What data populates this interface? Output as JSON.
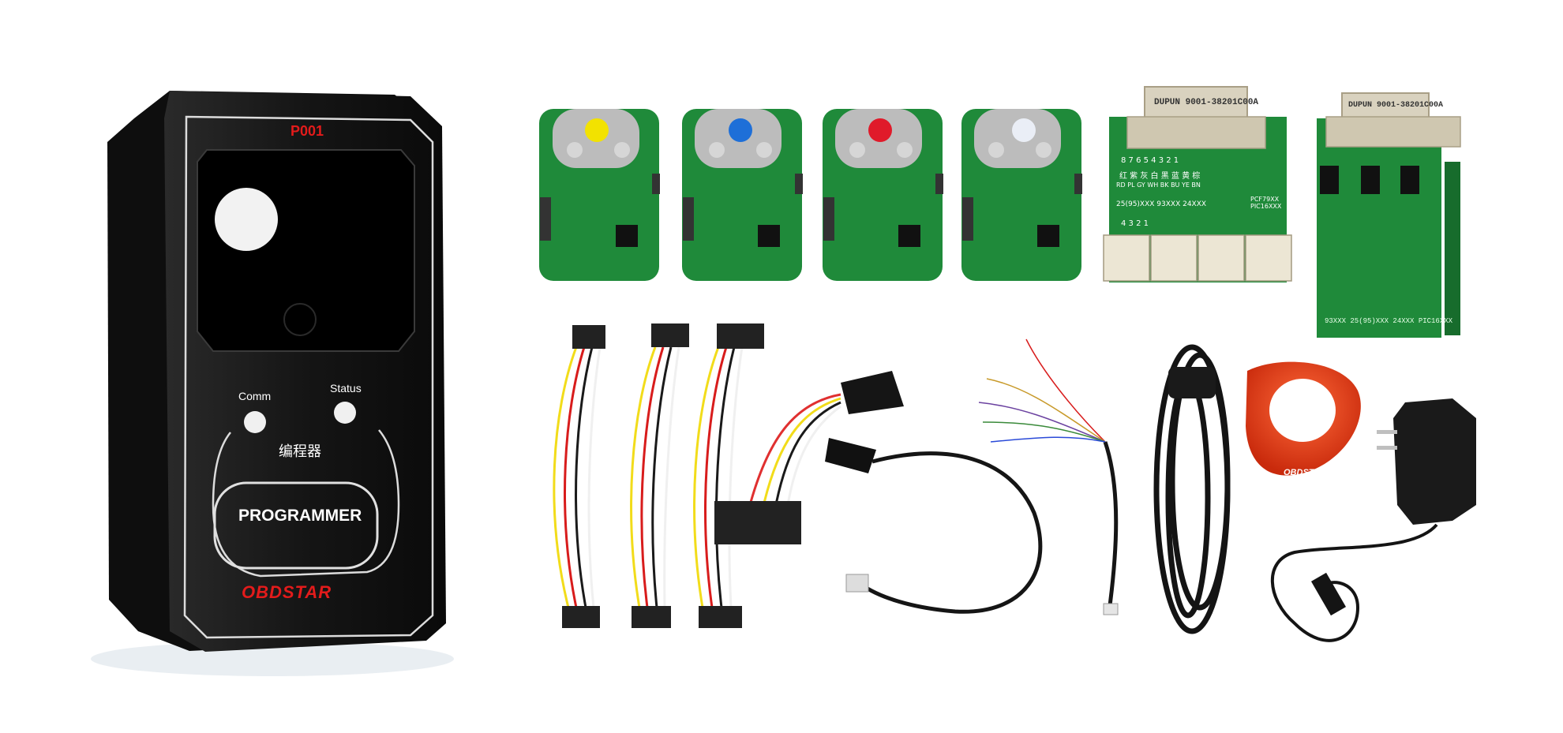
{
  "device": {
    "model": "P001",
    "comm_label": "Comm",
    "status_label": "Status",
    "cn_label": "编程器",
    "programmer_label": "PROGRAMMER",
    "brand": "OBDSTAR"
  },
  "adapter_a": {
    "connector_print": "DUPUN 9001-38201C00A",
    "color_row_1": "8 7 6 5 4 3 2 1",
    "color_row_2": "红 紫 灰 白 黑 蓝 黄 棕",
    "color_row_3": "RD PL GY WH BK BU YE BN",
    "chip_row": "25(95)XXX   93XXX   24XXX",
    "pcf_label": "PCF79XX PIC16XXX",
    "pin_row": "4 3 2 1"
  },
  "adapter_b": {
    "connector_print": "DUPUN 9001-38201C00A",
    "chip_row": "93XXX  25(95)XXX  24XXX  PIC16XXX"
  },
  "key_tag": {
    "brand": "OBDSTAR"
  },
  "colors": {
    "device_body": "#1a1a1a",
    "brand_red": "#e31b1b",
    "pcb_green": "#1f8a3a",
    "tag_red": "#e8411c"
  }
}
